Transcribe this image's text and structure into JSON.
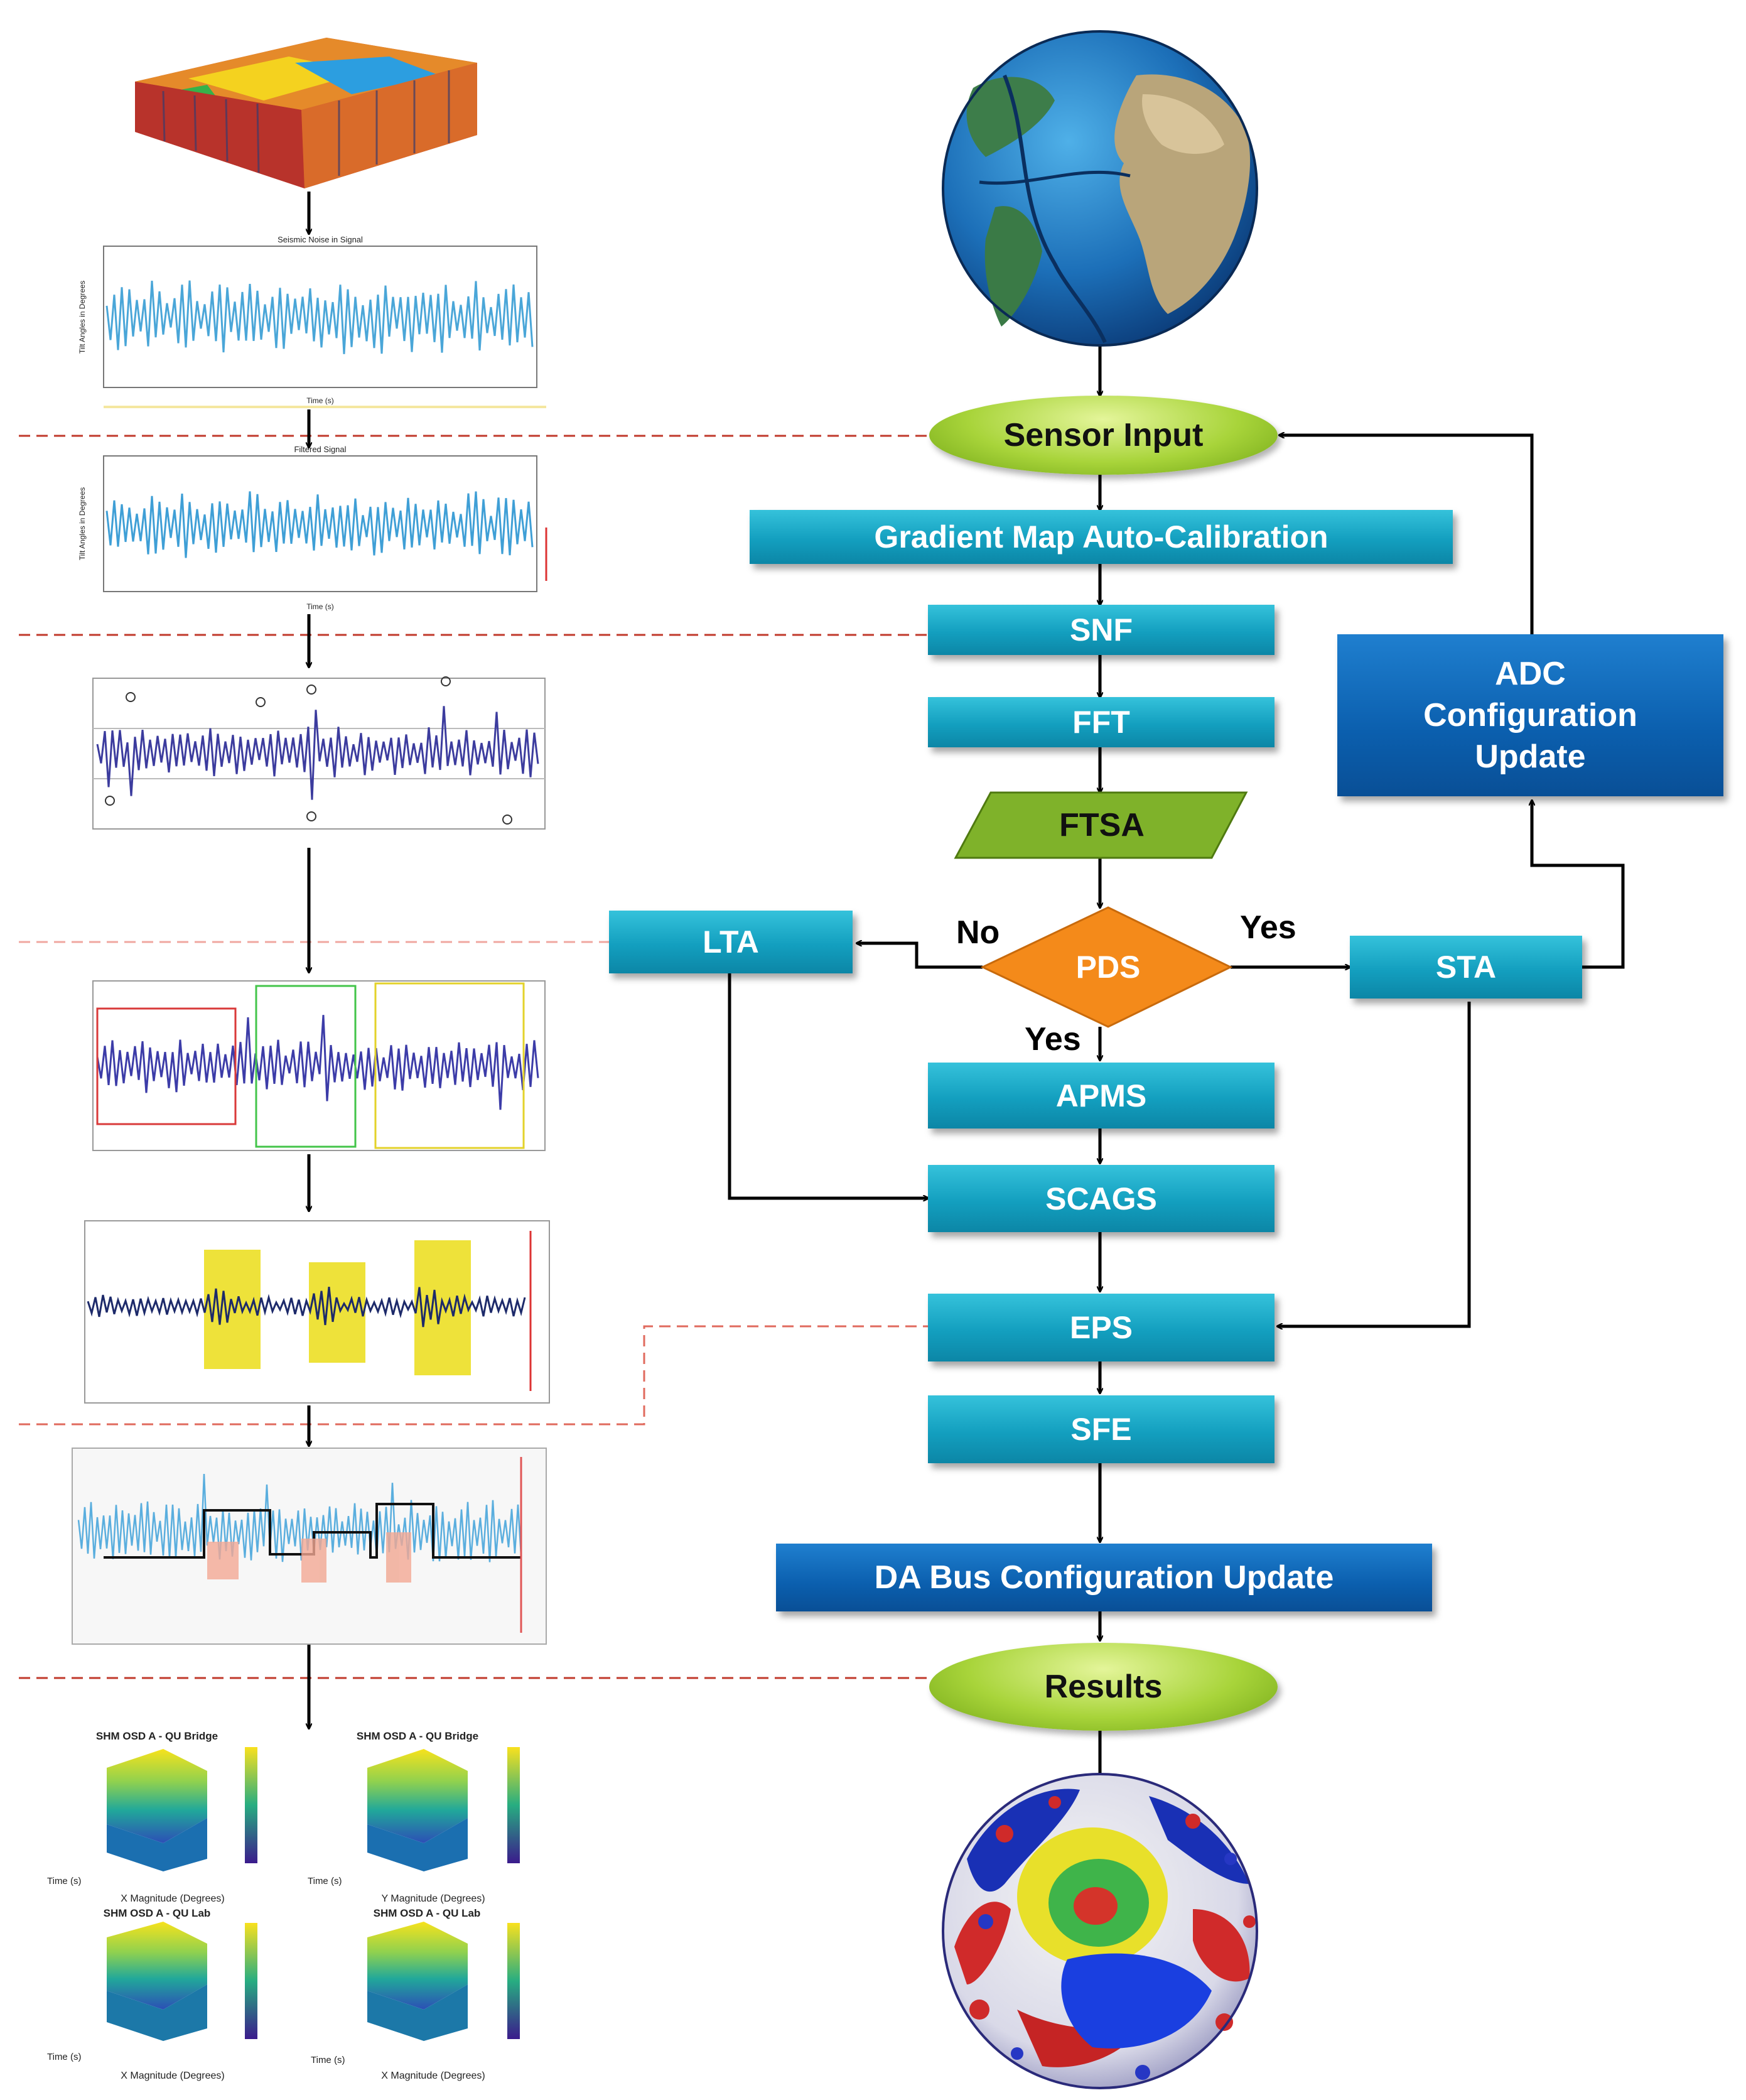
{
  "nodes": {
    "sensor_input": "Sensor Input",
    "gradient_map": "Gradient Map Auto-Calibration",
    "snf": "SNF",
    "fft": "FFT",
    "ftsa": "FTSA",
    "pds": "PDS",
    "lta": "LTA",
    "sta": "STA",
    "adc_update": "ADC\nConfiguration\nUpdate",
    "apms": "APMS",
    "scags": "SCAGS",
    "eps": "EPS",
    "sfe": "SFE",
    "da_bus": "DA Bus Configuration Update",
    "results": "Results"
  },
  "edge_labels": {
    "no": "No",
    "yes_right": "Yes",
    "yes_down": "Yes"
  },
  "thumbnails": {
    "plot1_title": "Seismic Noise in Signal",
    "plot1_ylabel": "Tilt Angles in Degrees",
    "plot1_xlabel": "Time (s)",
    "plot2_title": "Filtered Signal",
    "plot2_ylabel": "Tilt Angles in Degrees",
    "plot2_xlabel": "Time (s)",
    "surf1_title": "SHM OSD A - QU Bridge",
    "surf1_time": "Time (s)",
    "surf1_xlabel": "X Magnitude (Degrees)",
    "surf2_title": "SHM OSD A - QU Bridge",
    "surf2_time": "Time (s)",
    "surf2_xlabel": "Y Magnitude (Degrees)",
    "surf3_title": "SHM OSD A - QU Lab",
    "surf3_time": "Time (s)",
    "surf3_xlabel": "X Magnitude (Degrees)",
    "surf4_title": "SHM OSD A - QU Lab",
    "surf4_time": "Time (s)",
    "surf4_xlabel": "X Magnitude (Degrees)"
  },
  "colors": {
    "cyan_box": "#139fbf",
    "blue_box": "#0b5fae",
    "oval_green": "#a8d43a",
    "ftsa_green": "#6fa414",
    "pds_orange": "#f48a1a",
    "dashed_line": "#c0392b",
    "arrow": "#000000"
  }
}
